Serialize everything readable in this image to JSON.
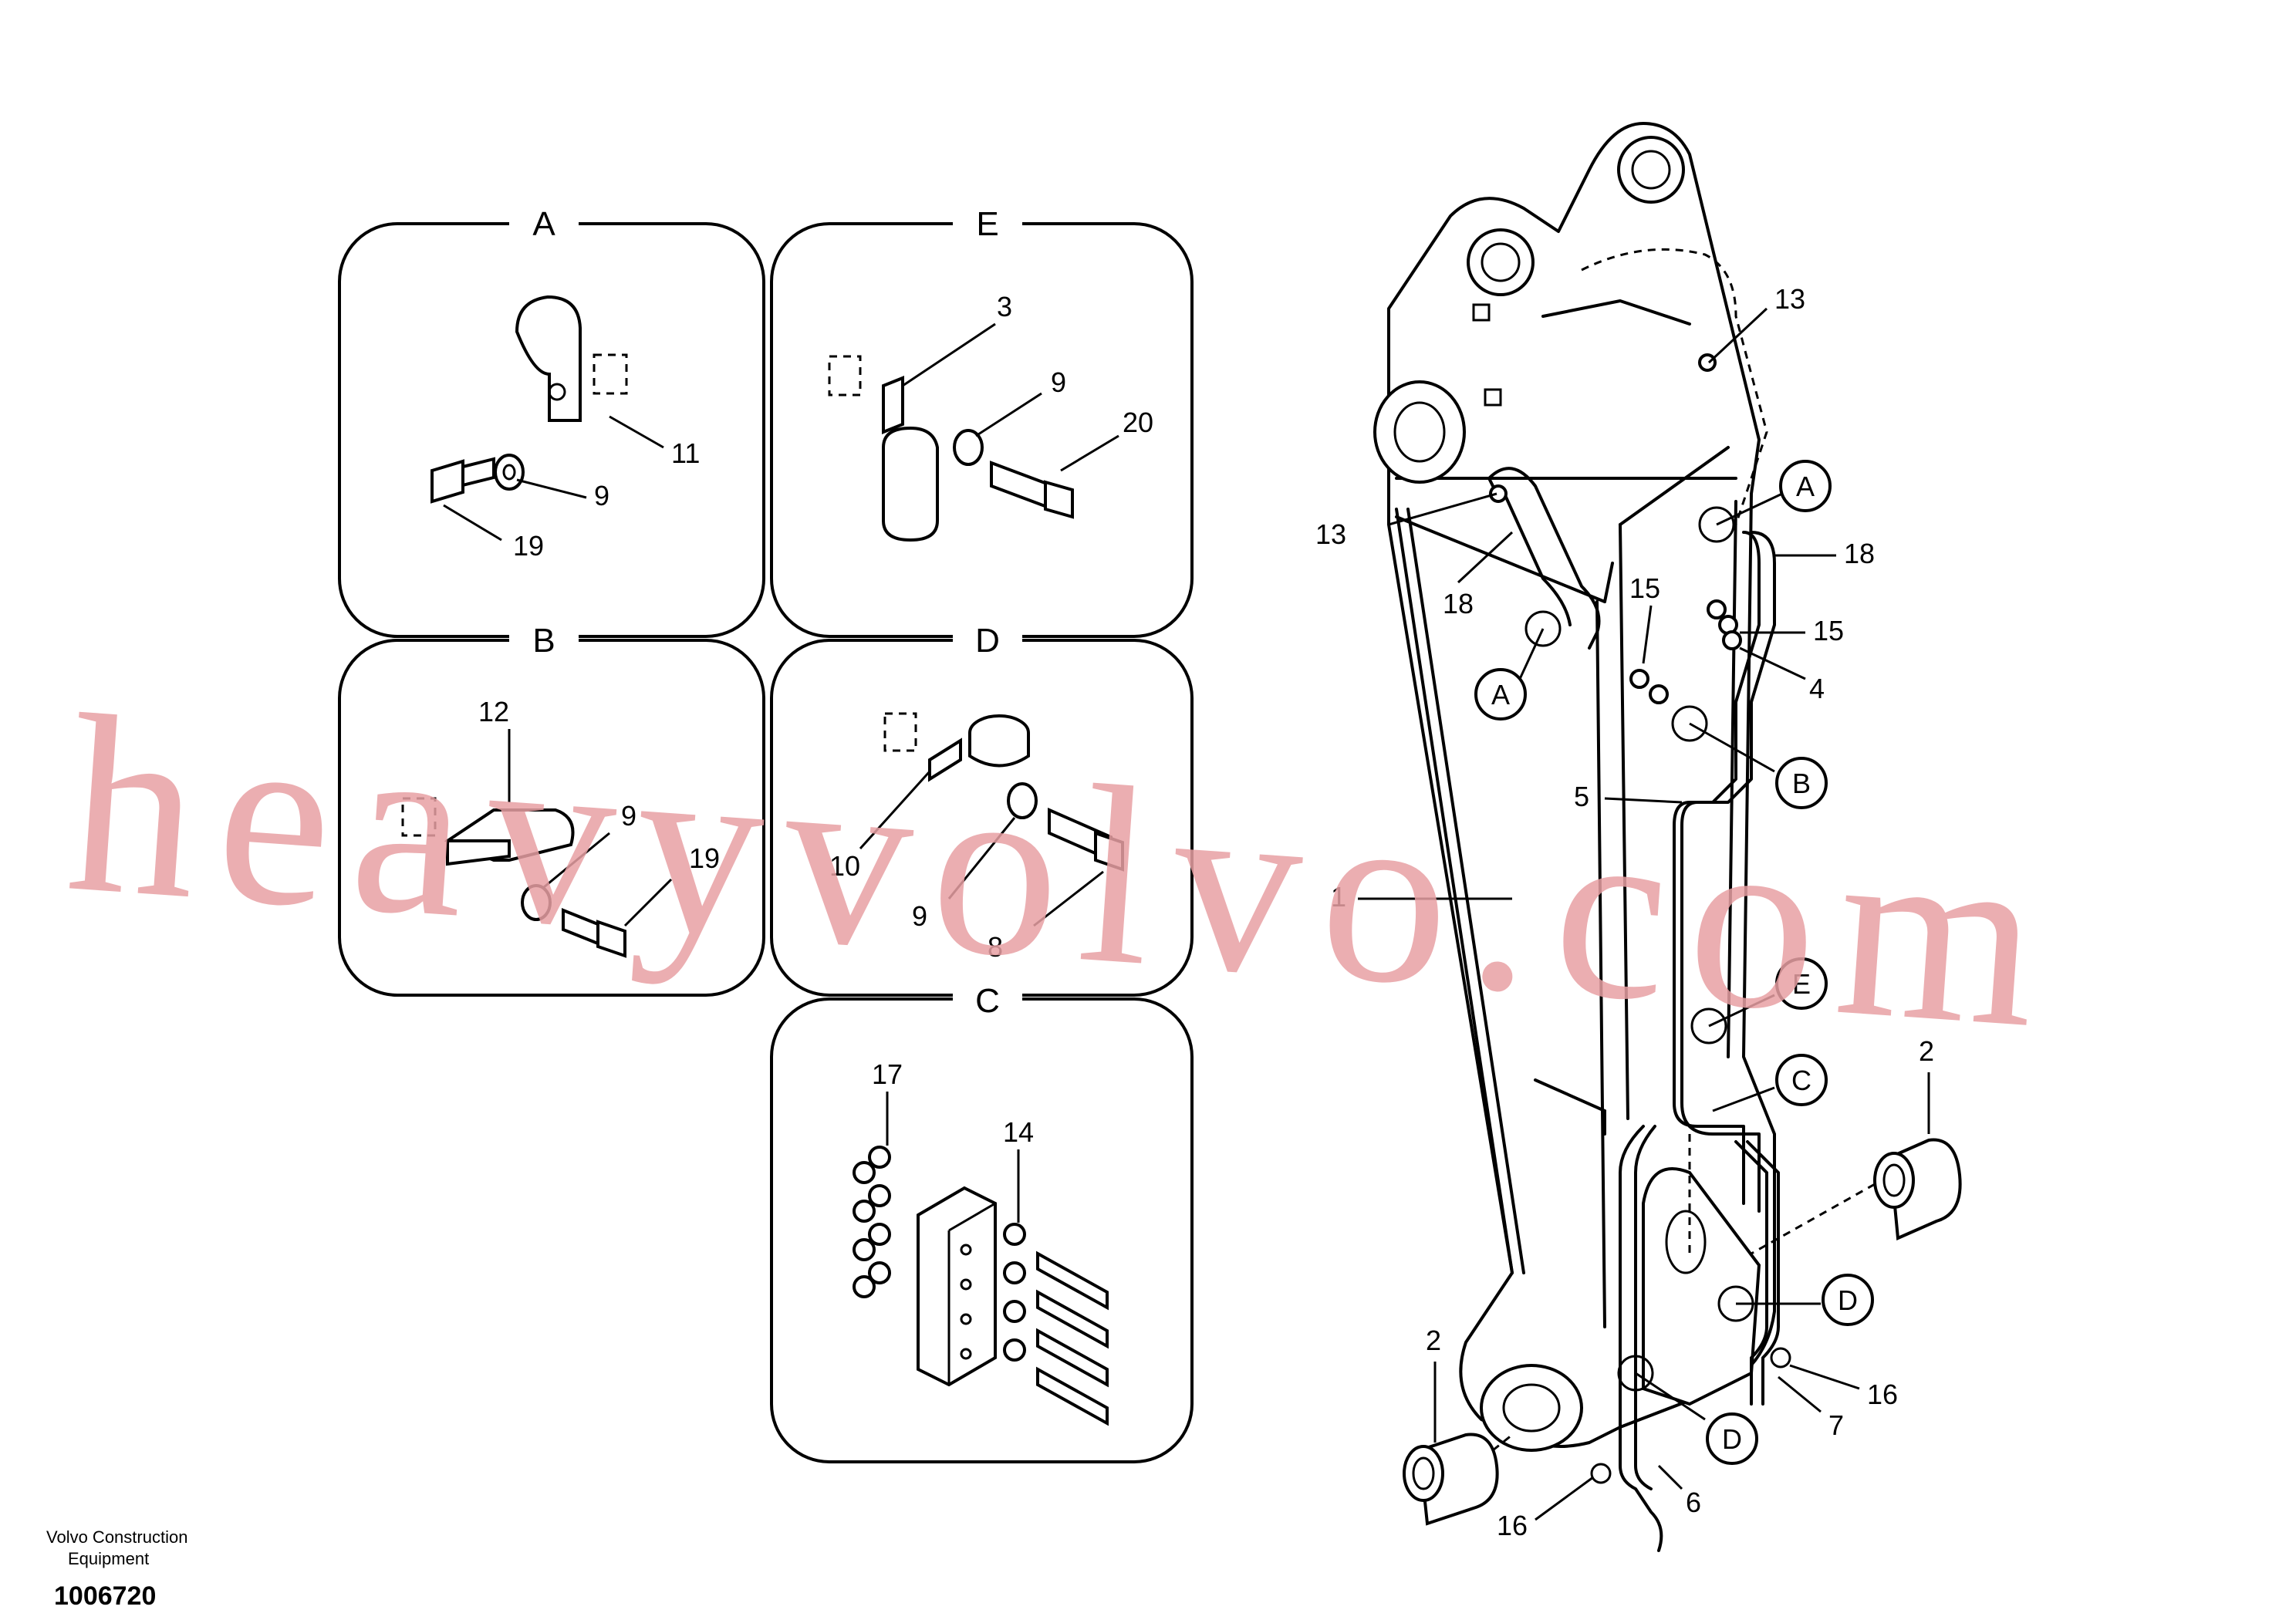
{
  "panels": [
    {
      "letter": "A",
      "callouts": [
        "11",
        "9",
        "19"
      ]
    },
    {
      "letter": "E",
      "callouts": [
        "3",
        "9",
        "20"
      ]
    },
    {
      "letter": "B",
      "callouts": [
        "12",
        "9",
        "19"
      ]
    },
    {
      "letter": "D",
      "callouts": [
        "10",
        "9",
        "8"
      ]
    },
    {
      "letter": "C",
      "callouts": [
        "17",
        "14"
      ]
    }
  ],
  "main_callouts": {
    "c13_top": "13",
    "c13_left": "13",
    "c18_left": "18",
    "c18_right": "18",
    "c15_left": "15",
    "c15_right": "15",
    "c4": "4",
    "c5": "5",
    "c1": "1",
    "c2_right": "2",
    "c2_left": "2",
    "c16_right": "16",
    "c16_left": "16",
    "c7": "7",
    "c6": "6"
  },
  "detail_markers": {
    "a_right": "A",
    "a_left": "A",
    "b": "B",
    "e": "E",
    "c": "C",
    "d_right": "D",
    "d_left": "D"
  },
  "watermark": "heavyvolvo.com",
  "footer": {
    "company_line1": "Volvo Construction",
    "company_line2": "Equipment",
    "drawing_number": "1006720"
  }
}
